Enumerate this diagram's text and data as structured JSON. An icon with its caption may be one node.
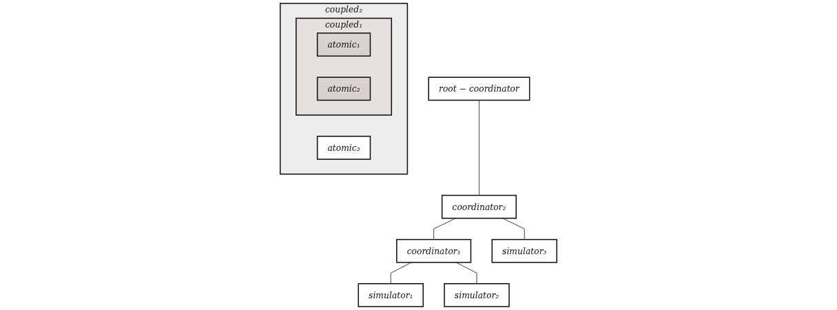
{
  "diagram": {
    "nodes": [
      {
        "text": [
          "coupled₂"
        ]
      },
      {
        "text": [
          "coupled₁"
        ],
        "in": 0
      },
      {
        "text": [
          "atomic₁"
        ],
        "in": 1
      },
      {
        "text": [
          "atomic₂"
        ],
        "in": 1
      },
      {
        "text": [
          "atomic₃"
        ],
        "in": 0
      },
      {
        "text": [
          "root − coordinator"
        ]
      },
      {
        "text": [
          "coordinator₂"
        ]
      },
      {
        "text": [
          "coordinator₁"
        ]
      },
      {
        "text": [
          "simulator₃"
        ]
      },
      {
        "text": [
          "simulator₁"
        ]
      },
      {
        "text": [
          "simulator₂"
        ]
      }
    ],
    "edges": [
      {
        "from": 5,
        "to": 6,
        "arrow": "none"
      },
      {
        "from": 6,
        "to": 7,
        "arrow": "none"
      },
      {
        "from": 6,
        "to": 8,
        "arrow": "none"
      },
      {
        "from": 7,
        "to": 9,
        "arrow": "none"
      },
      {
        "from": 7,
        "to": 10,
        "arrow": "none"
      }
    ]
  }
}
